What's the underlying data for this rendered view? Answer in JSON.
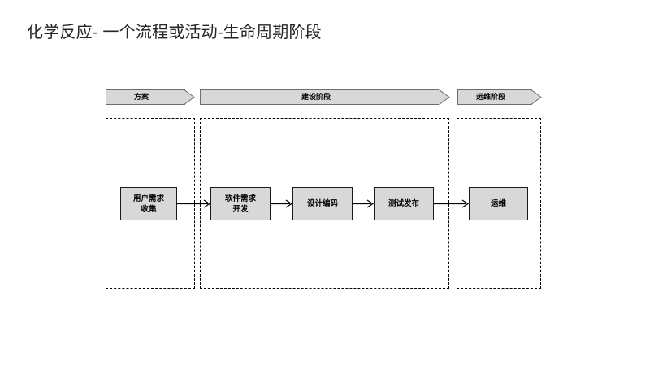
{
  "slide": {
    "title": "化学反应- 一个流程或活动-生命周期阶段",
    "background_color": "#FFFFFF",
    "title_color": "#262626"
  },
  "theme": {
    "shape_fill": "#D8D8D8",
    "banner_border": "#6E6E6E",
    "box_border": "#1A1A1A",
    "container_border": "#000000",
    "connector_color": "#000000"
  },
  "phases": [
    {
      "id": "plan",
      "banner_label": "方案",
      "container_name": "phase-container-plan"
    },
    {
      "id": "build",
      "banner_label": "建设阶段",
      "container_name": "phase-container-build"
    },
    {
      "id": "ops",
      "banner_label": "运维阶段",
      "container_name": "phase-container-ops"
    }
  ],
  "process_steps": [
    {
      "id": "step-1",
      "label": "用户需求\n收集",
      "phase": "plan"
    },
    {
      "id": "step-2",
      "label": "软件需求\n开发",
      "phase": "build"
    },
    {
      "id": "step-3",
      "label": "设计编码",
      "phase": "build"
    },
    {
      "id": "step-4",
      "label": "测试发布",
      "phase": "build"
    },
    {
      "id": "step-5",
      "label": "运维",
      "phase": "ops"
    }
  ],
  "connectors": [
    {
      "id": "conn-1",
      "from": "step-1",
      "to": "step-2"
    },
    {
      "id": "conn-2",
      "from": "step-2",
      "to": "step-3"
    },
    {
      "id": "conn-3",
      "from": "step-3",
      "to": "step-4"
    },
    {
      "id": "conn-4",
      "from": "step-4",
      "to": "step-5"
    }
  ]
}
